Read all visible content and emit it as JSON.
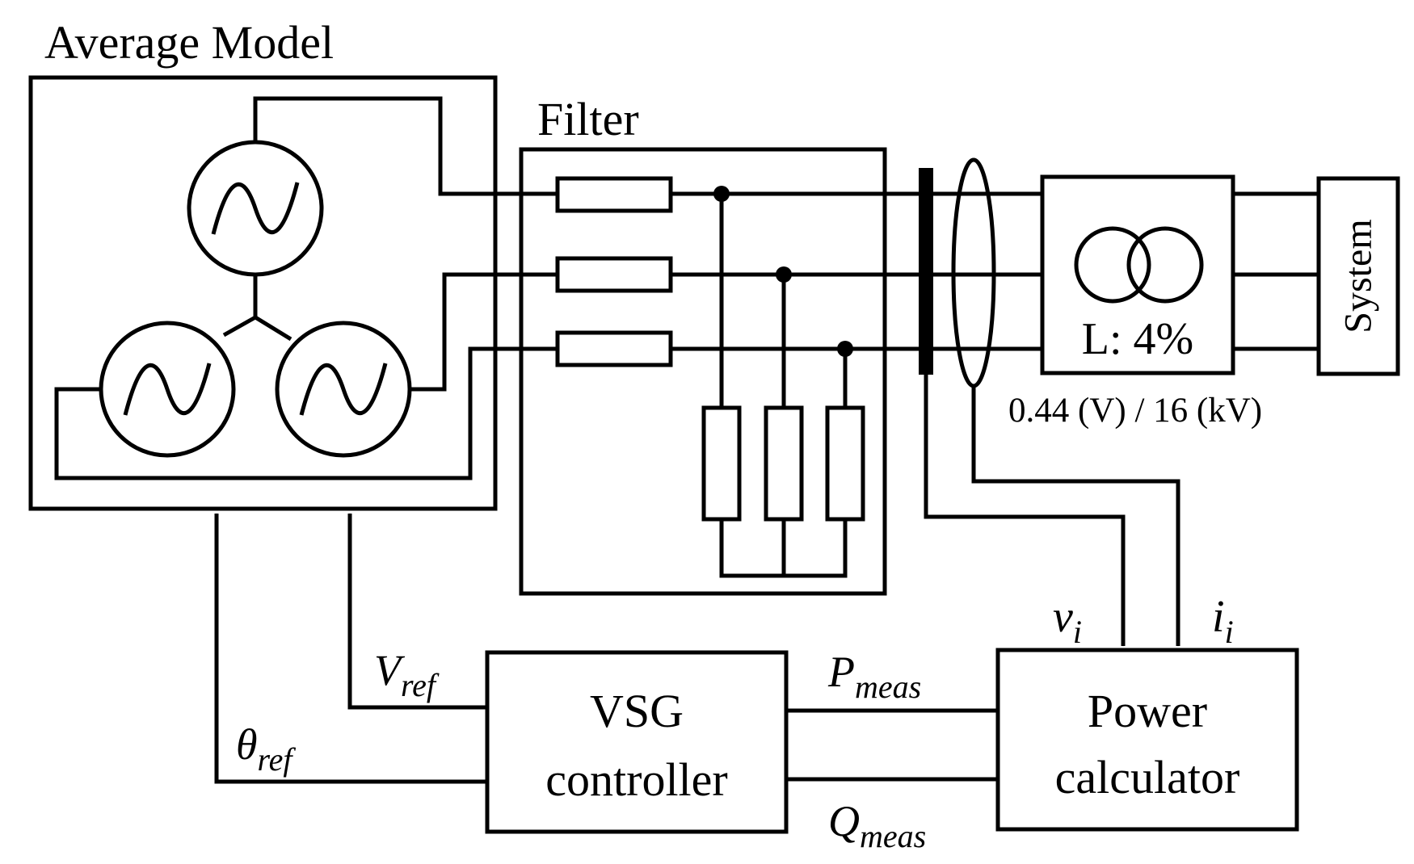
{
  "blocks": {
    "average_model": "Average Model",
    "filter": "Filter",
    "transformer_leakage": "L: 4%",
    "transformer_ratio": "0.44 (V) / 16 (kV)",
    "system": "System",
    "vsg_line1": "VSG",
    "vsg_line2": "controller",
    "power_line1": "Power",
    "power_line2": "calculator"
  },
  "signals": {
    "v_sym": "v",
    "v_sub": "i",
    "i_sym": "i",
    "i_sub": "i",
    "p_sym": "P",
    "p_sub": "meas",
    "q_sym": "Q",
    "q_sub": "meas",
    "vref_sym": "V",
    "vref_sub": "ref",
    "theta_sym": "θ",
    "theta_sub": "ref"
  }
}
